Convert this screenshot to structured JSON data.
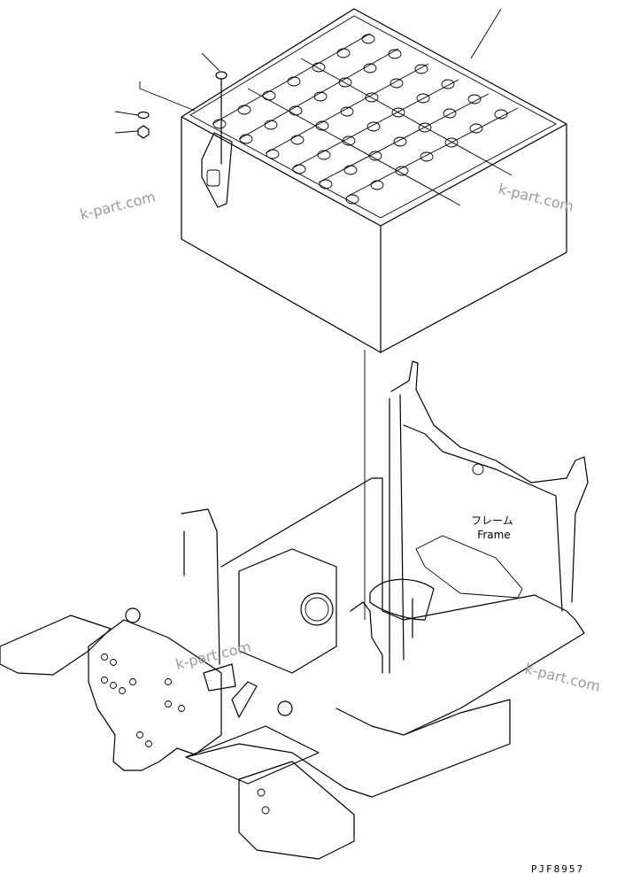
{
  "labels": {
    "frame_jp": "フレーム",
    "frame_en": "Frame",
    "drawing_code": "PJF8957"
  },
  "watermarks": [
    "k-part.com",
    "k-part.com",
    "k-part.com",
    "k-part.com"
  ],
  "colors": {
    "line": "#000000",
    "watermark": "#9a9a9a",
    "background": "#ffffff"
  }
}
